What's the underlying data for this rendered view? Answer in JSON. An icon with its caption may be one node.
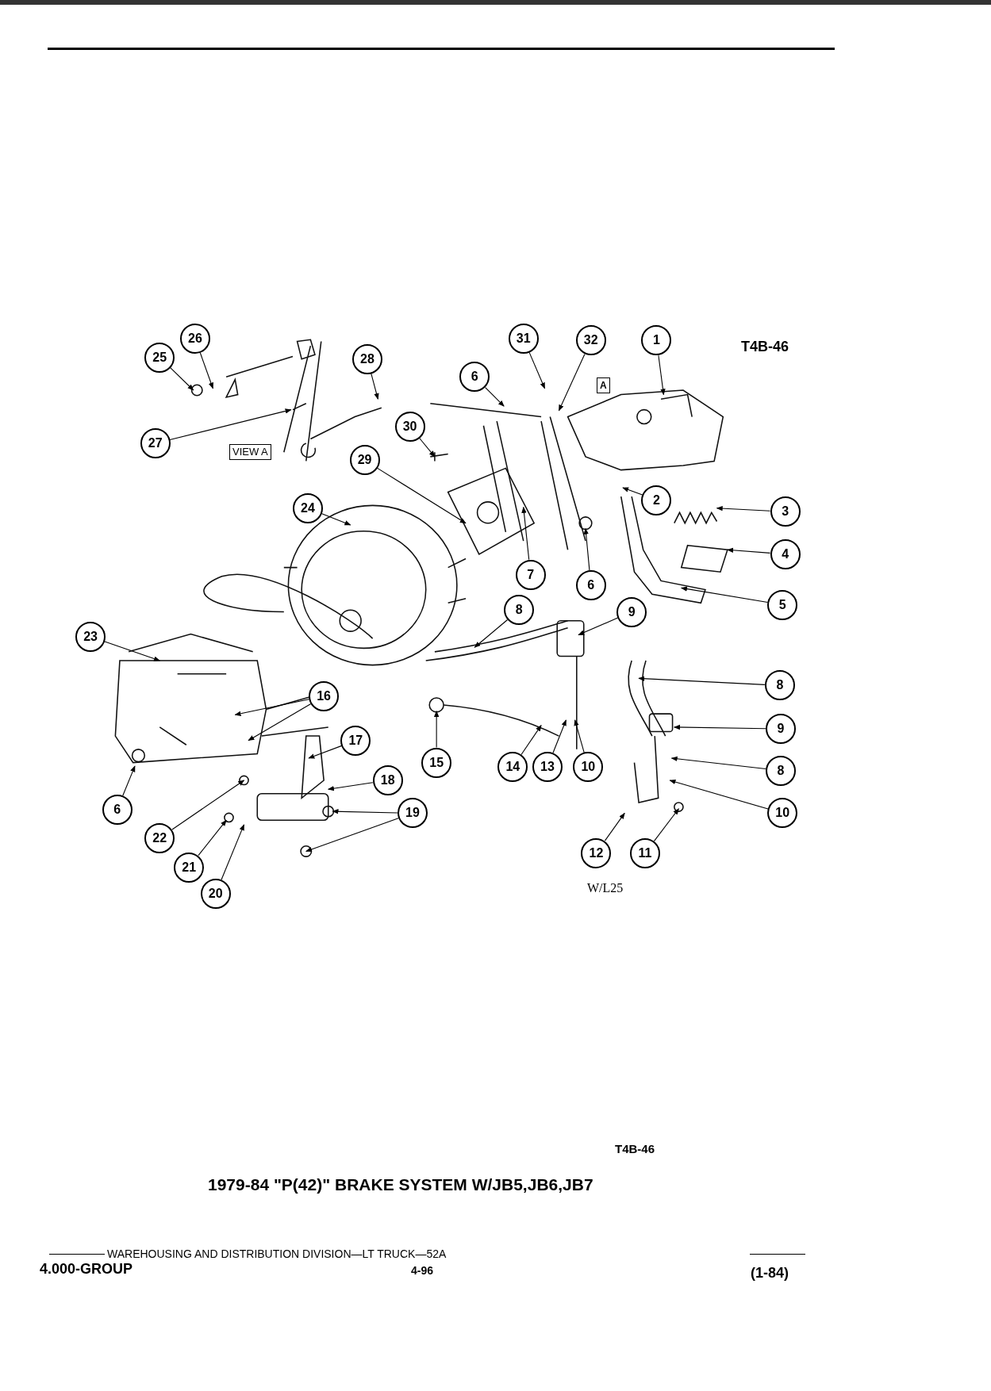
{
  "diagram": {
    "title": "1979-84 \"P(42)\" BRAKE SYSTEM W/JB5,JB6,JB7",
    "nodes": [
      {
        "text": [
          "26"
        ]
      },
      {
        "text": [
          "25"
        ]
      },
      {
        "text": [
          "31"
        ]
      },
      {
        "text": [
          "32"
        ]
      },
      {
        "text": [
          "1"
        ]
      },
      {
        "text": [
          "28"
        ]
      },
      {
        "text": [
          "6"
        ]
      },
      {
        "text": [
          "27"
        ]
      },
      {
        "text": [
          "30"
        ]
      },
      {
        "text": [
          "29"
        ]
      },
      {
        "text": [
          "24"
        ]
      },
      {
        "text": [
          "2"
        ]
      },
      {
        "text": [
          "3"
        ]
      },
      {
        "text": [
          "4"
        ]
      },
      {
        "text": [
          "7"
        ]
      },
      {
        "text": [
          "6"
        ]
      },
      {
        "text": [
          "5"
        ]
      },
      {
        "text": [
          "8"
        ]
      },
      {
        "text": [
          "9"
        ]
      },
      {
        "text": [
          "23"
        ]
      },
      {
        "text": [
          "8"
        ]
      },
      {
        "text": [
          "16"
        ]
      },
      {
        "text": [
          "17"
        ]
      },
      {
        "text": [
          "9"
        ]
      },
      {
        "text": [
          "15"
        ]
      },
      {
        "text": [
          "14"
        ]
      },
      {
        "text": [
          "13"
        ]
      },
      {
        "text": [
          "10"
        ]
      },
      {
        "text": [
          "8"
        ]
      },
      {
        "text": [
          "18"
        ]
      },
      {
        "text": [
          "6"
        ]
      },
      {
        "text": [
          "22"
        ]
      },
      {
        "text": [
          "10"
        ]
      },
      {
        "text": [
          "19"
        ]
      },
      {
        "text": [
          "12"
        ]
      },
      {
        "text": [
          "11"
        ]
      },
      {
        "text": [
          "21"
        ]
      },
      {
        "text": [
          "20"
        ]
      }
    ],
    "edges": [
      {
        "from": 0,
        "to": null,
        "arrow": "to"
      },
      {
        "from": 1,
        "to": null,
        "arrow": "to"
      },
      {
        "from": 2,
        "to": null,
        "arrow": "to"
      },
      {
        "from": 3,
        "to": null,
        "arrow": "to"
      },
      {
        "from": 4,
        "to": null,
        "arrow": "to"
      },
      {
        "from": 5,
        "to": null,
        "arrow": "to"
      },
      {
        "from": 6,
        "to": null,
        "arrow": "to"
      },
      {
        "from": 7,
        "to": null,
        "arrow": "to"
      },
      {
        "from": 8,
        "to": null,
        "arrow": "to"
      },
      {
        "from": 9,
        "to": null,
        "arrow": "to"
      },
      {
        "from": 10,
        "to": null,
        "arrow": "to"
      },
      {
        "from": 11,
        "to": null,
        "arrow": "to"
      },
      {
        "from": 12,
        "to": null,
        "arrow": "to"
      },
      {
        "from": 13,
        "to": null,
        "arrow": "to"
      },
      {
        "from": 14,
        "to": null,
        "arrow": "to"
      },
      {
        "from": 15,
        "to": null,
        "arrow": "to"
      },
      {
        "from": 16,
        "to": null,
        "arrow": "to"
      },
      {
        "from": 17,
        "to": null,
        "arrow": "to"
      },
      {
        "from": 18,
        "to": null,
        "arrow": "to"
      },
      {
        "from": 19,
        "to": null,
        "arrow": "to"
      },
      {
        "from": 20,
        "to": null,
        "arrow": "to"
      },
      {
        "from": 21,
        "to": null,
        "arrow": "to"
      },
      {
        "from": 21,
        "to": null,
        "arrow": "to"
      },
      {
        "from": 22,
        "to": null,
        "arrow": "to"
      },
      {
        "from": 23,
        "to": null,
        "arrow": "to"
      },
      {
        "from": 24,
        "to": null,
        "arrow": "to"
      },
      {
        "from": 25,
        "to": null,
        "arrow": "to"
      },
      {
        "from": 26,
        "to": null,
        "arrow": "to"
      },
      {
        "from": 27,
        "to": null,
        "arrow": "to"
      },
      {
        "from": 28,
        "to": null,
        "arrow": "to"
      },
      {
        "from": 29,
        "to": null,
        "arrow": "to"
      },
      {
        "from": 30,
        "to": null,
        "arrow": "to"
      },
      {
        "from": 31,
        "to": null,
        "arrow": "to"
      },
      {
        "from": 32,
        "to": null,
        "arrow": "to"
      },
      {
        "from": 33,
        "to": null,
        "arrow": "to"
      },
      {
        "from": 33,
        "to": null,
        "arrow": "to"
      },
      {
        "from": 34,
        "to": null,
        "arrow": "to"
      },
      {
        "from": 35,
        "to": null,
        "arrow": "to"
      },
      {
        "from": 36,
        "to": null,
        "arrow": "to"
      },
      {
        "from": 37,
        "to": null,
        "arrow": "to"
      }
    ],
    "labels": [
      "T4B-46",
      "A",
      "VIEW A",
      "W/L25",
      "T4B-46",
      "WAREHOUSING AND DISTRIBUTION DIVISION—LT TRUCK—52A",
      "4.000-GROUP",
      "4-96",
      "(1-84)"
    ]
  }
}
